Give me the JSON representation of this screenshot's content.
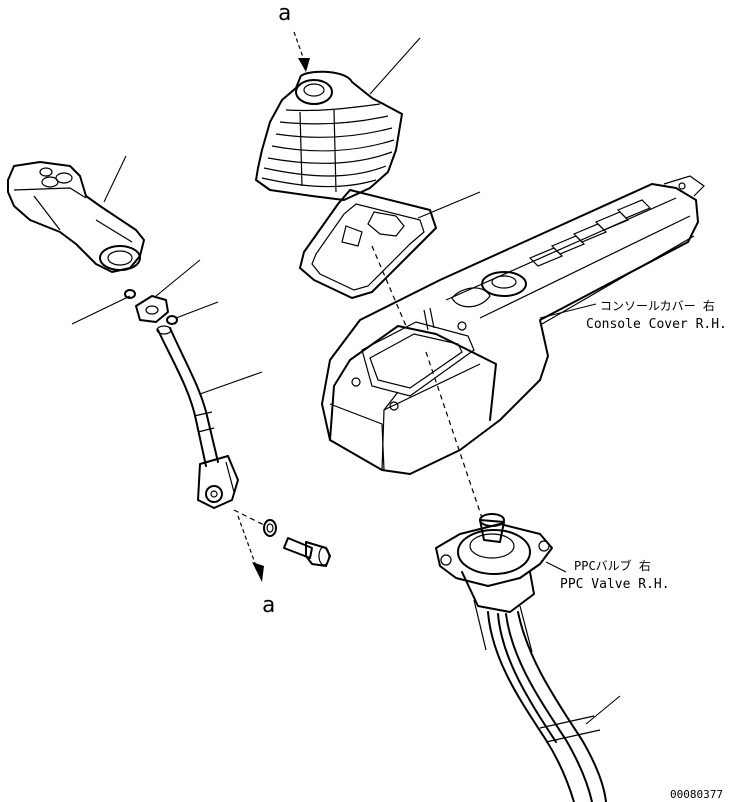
{
  "callouts": {
    "arrow_top": "a",
    "arrow_bottom": "a"
  },
  "labels": {
    "console_cover_jp": "コンソールカバー 右",
    "console_cover_en": "Console Cover R.H.",
    "ppc_valve_jp": "PPCバルブ 右",
    "ppc_valve_en": "PPC Valve R.H."
  },
  "drawing_number": "00080377"
}
